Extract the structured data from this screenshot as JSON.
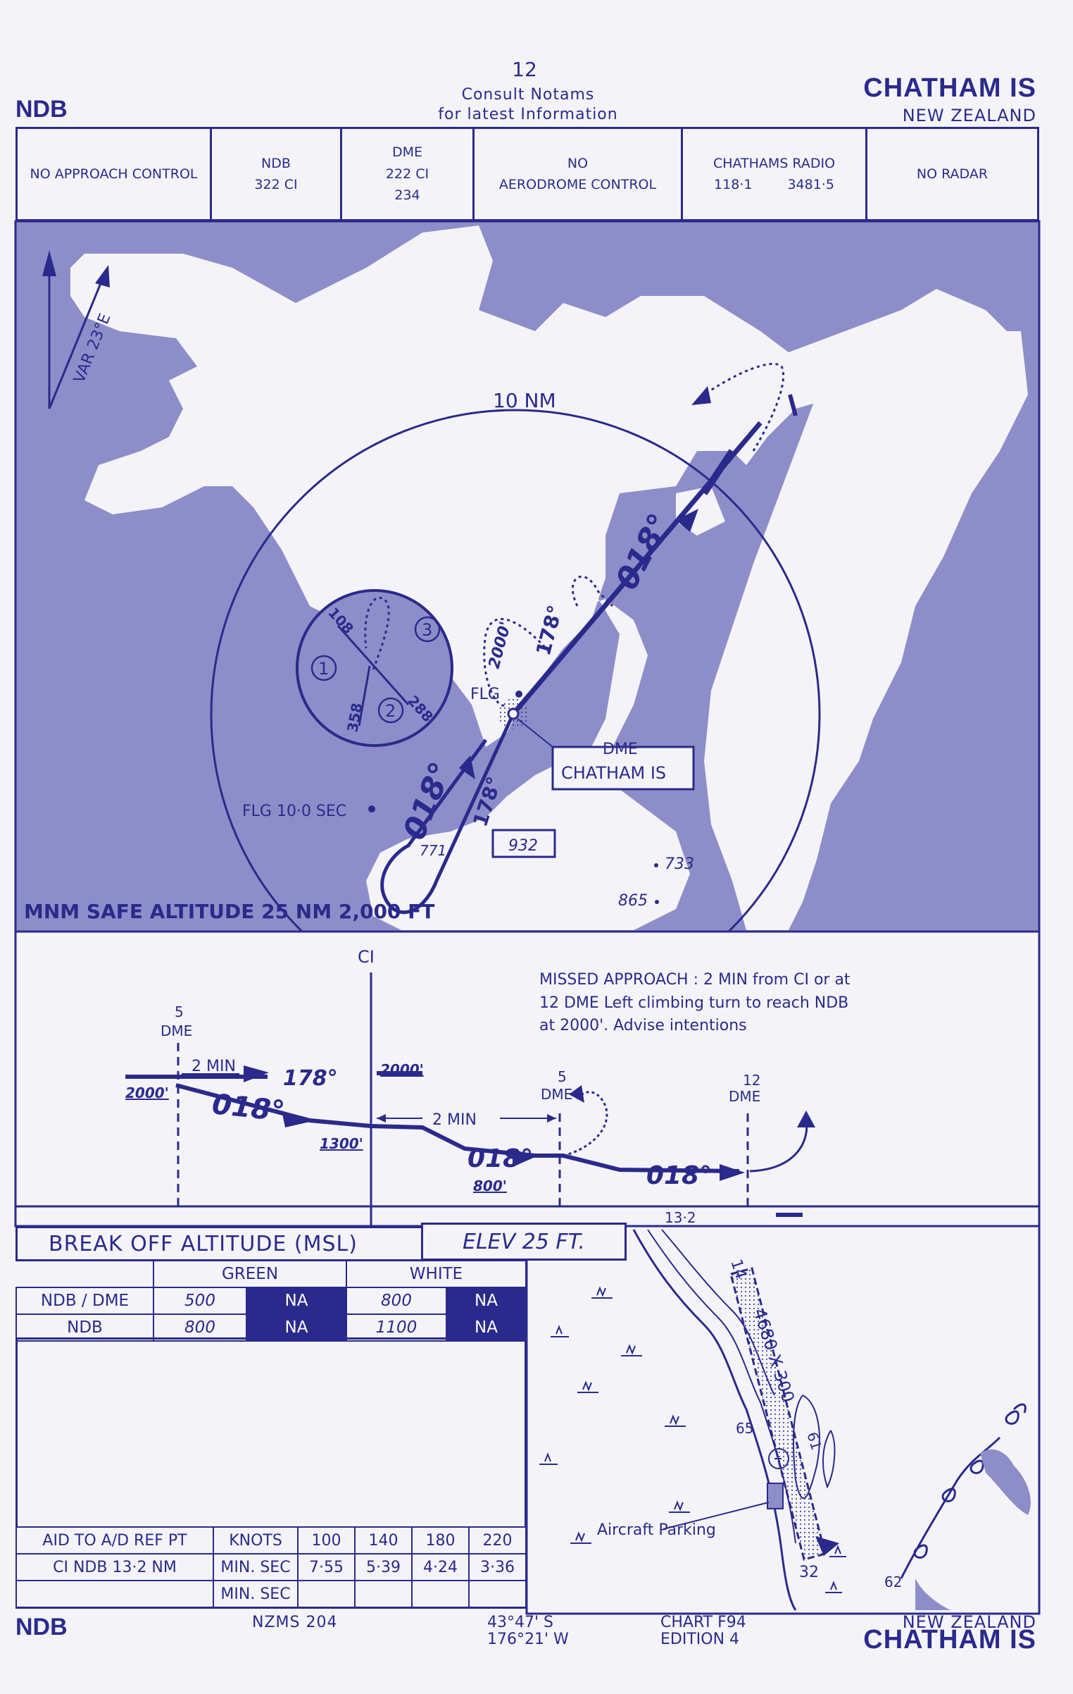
{
  "header": {
    "chart_type_left": "NDB",
    "page_number": "12",
    "notams_line1": "Consult   Notams",
    "notams_line2": "for  latest  Information",
    "title": "CHATHAM IS",
    "country": "NEW ZEALAND"
  },
  "info_bar": {
    "approach": "NO APPROACH CONTROL",
    "ndb_label": "NDB",
    "ndb_freq": "322   CI",
    "dme_label": "DME",
    "dme_channel": "222  CI",
    "dme_freq": "234",
    "aerodrome_line1": "NO",
    "aerodrome_line2": "AERODROME  CONTROL",
    "radio_name": "CHATHAMS RADIO",
    "radio_freq1": "118·1",
    "radio_freq2": "3481·5",
    "radar": "NO RADAR"
  },
  "plan_view": {
    "variation": "VAR 23°E",
    "range_ring": "10 NM",
    "inbound_course": "018°",
    "outbound_course": "178°",
    "hold_alt": "2000'",
    "flg_label": "FLG",
    "flg_beacon": "FLG 10·0 SEC",
    "dme_box_label": "DME",
    "dme_box_name": "CHATHAM  IS",
    "spot_932": "932",
    "spot_733": "733",
    "spot_865": "865",
    "spot_771": "771",
    "entry_108": "108",
    "entry_288": "288",
    "entry_358": "358",
    "sector_1": "1",
    "sector_2": "2",
    "sector_3": "3",
    "msa": "MNM SAFE ALTITUDE 25 NM  2,000 FT",
    "sector_color": "#8d8ec9"
  },
  "profile": {
    "ci_label": "CI",
    "dme5_left_num": "5",
    "dme5_left_label": "DME",
    "dme5_right_num": "5",
    "dme5_right_label": "DME",
    "dme12_num": "12",
    "dme12_label": "DME",
    "two_min_top": "2 MIN",
    "course_178": "178°",
    "alt_2000_left": "2000'",
    "alt_2000_right": "2000'",
    "course_018_a": "018°",
    "alt_1300": "1300'",
    "two_min_mid": "2  MIN",
    "course_018_b": "018°",
    "alt_800": "800'",
    "course_018_c": "018°",
    "missed_line1": "MISSED  APPROACH : 2 MIN from CI or at",
    "missed_line2": "12  DME Left  climbing  turn  to  reach NDB",
    "missed_line3": "at 2000'. Advise  intentions",
    "dist_13_2": "13·2"
  },
  "minimums": {
    "title": "BREAK  OFF  ALTITUDE    (MSL)",
    "elev": "ELEV      25     FT.",
    "col_green": "GREEN",
    "col_white": "WHITE",
    "rows": [
      {
        "label": "NDB / DME",
        "green": "500",
        "green2": "NA",
        "white": "800",
        "white2": "NA"
      },
      {
        "label": "NDB",
        "green": "800",
        "green2": "NA",
        "white": "1100",
        "white2": "NA"
      }
    ]
  },
  "timing": {
    "h_aid": "AID TO  A/D  REF  PT",
    "h_knots": "KNOTS",
    "speeds": [
      "100",
      "140",
      "180",
      "220"
    ],
    "r1_label": "CI  NDB   13·2  NM",
    "r1_unit": "MIN. SEC",
    "r1_times": [
      "7·55",
      "5·39",
      "4·24",
      "3·36"
    ],
    "r2_unit": "MIN. SEC"
  },
  "aerodrome": {
    "runway_dims": "4680 X 300",
    "rwy_14": "14",
    "rwy_32": "32",
    "elev_65": "65",
    "elev_61": "61",
    "elev_62": "62",
    "parking": "Aircraft Parking"
  },
  "footer": {
    "chart_type_left": "NDB",
    "nzms": "NZMS  204",
    "lat": "43°47' S",
    "lon": "176°21' W",
    "chart_no": "CHART F94",
    "edition": "EDITION 4",
    "country": "NEW  ZEALAND",
    "title": "CHATHAM IS"
  }
}
